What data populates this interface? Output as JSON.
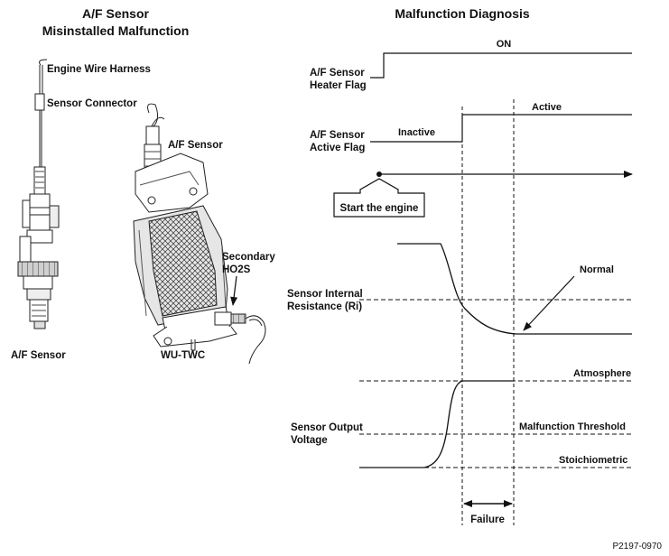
{
  "left_panel": {
    "title_line1": "A/F Sensor",
    "title_line2": "Misinstalled Malfunction",
    "labels": {
      "engine_wire_harness": "Engine Wire Harness",
      "sensor_connector": "Sensor Connector",
      "af_sensor_bottom": "A/F Sensor",
      "af_sensor_catalyst": "A/F Sensor",
      "secondary_ho2s_line1": "Secondary",
      "secondary_ho2s_line2": "HO2S",
      "wu_twc": "WU-TWC"
    }
  },
  "right_panel": {
    "title": "Malfunction Diagnosis",
    "heater_flag_line1": "A/F Sensor",
    "heater_flag_line2": "Heater Flag",
    "heater_on": "ON",
    "active_flag_line1": "A/F Sensor",
    "active_flag_line2": "Active Flag",
    "inactive": "Inactive",
    "active": "Active",
    "start_engine": "Start the engine",
    "resistance_line1": "Sensor Internal",
    "resistance_line2": "Resistance (Ri)",
    "normal": "Normal",
    "voltage_line1": "Sensor Output",
    "voltage_line2": "Voltage",
    "atmosphere": "Atmosphere",
    "malfunction_threshold": "Malfunction Threshold",
    "stoichiometric": "Stoichiometric",
    "failure": "Failure"
  },
  "figure_code": "P2197-0970",
  "colors": {
    "ink": "#111111",
    "line": "#222222",
    "background": "#ffffff"
  }
}
